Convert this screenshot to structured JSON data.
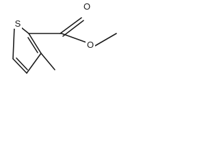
{
  "molecule": {
    "atoms": [
      {
        "id": "sulfur",
        "label": "S"
      },
      {
        "id": "carbonyl-oxygen",
        "label": "O"
      },
      {
        "id": "ester-oxygen",
        "label": "O"
      }
    ]
  }
}
